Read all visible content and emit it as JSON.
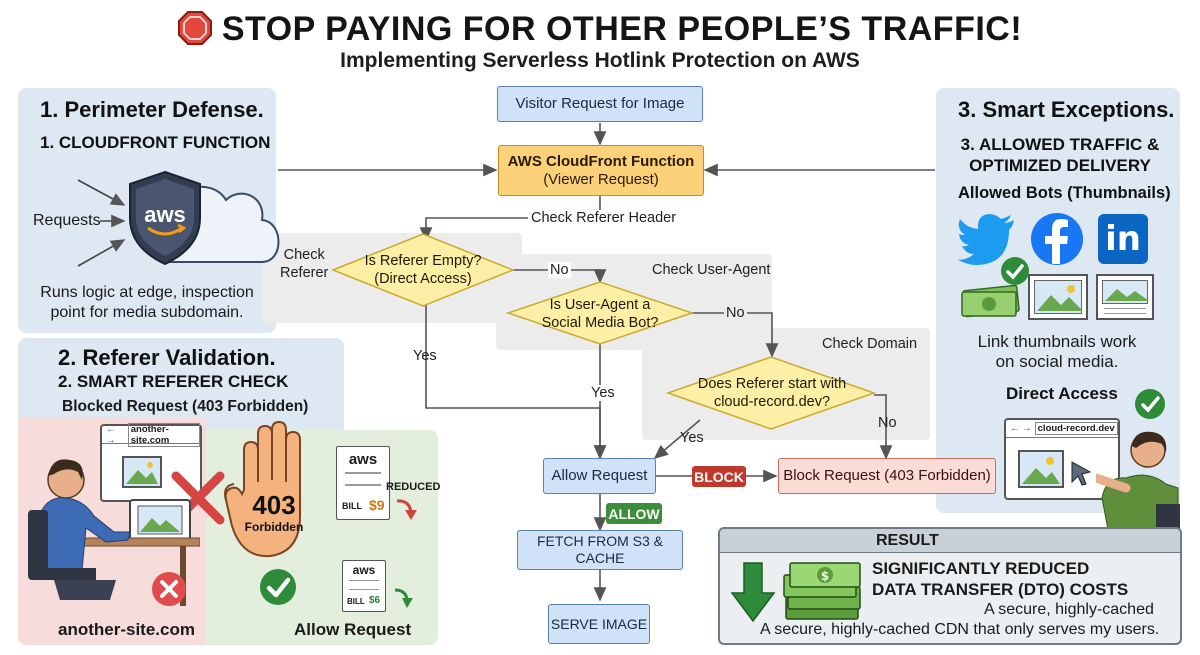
{
  "header": {
    "title": "STOP PAYING FOR OTHER PEOPLE’S TRAFFIC!",
    "subtitle": "Implementing Serverless Hotlink Protection on AWS"
  },
  "left_top": {
    "heading": "1. Perimeter Defense.",
    "subheading": "1. CLOUDFRONT FUNCTION",
    "requests_label": "Requests",
    "aws_logo": "aws",
    "caption_line1": "Runs logic at edge, inspection",
    "caption_line2": "point for media subdomain."
  },
  "left_bottom": {
    "heading": "2. Referer Validation.",
    "subheading": "2. SMART REFERER CHECK",
    "blocked_caption": "Blocked Request (403 Forbidden)",
    "browser_url": "another-site.com",
    "hand_code": "403",
    "hand_text": "Forbidden",
    "bill_logo": "aws",
    "bill_label": "BILL",
    "bill_amount_top": "$9",
    "bill_reduced": "REDUCED",
    "bill_amount_bottom": "$6",
    "site_caption": "another-site.com",
    "allow_caption": "Allow Request"
  },
  "right_top": {
    "heading": "3. Smart Exceptions.",
    "subheading_line1": "3. ALLOWED TRAFFIC &",
    "subheading_line2": "OPTIMIZED DELIVERY",
    "bots_caption": "Allowed Bots (Thumbnails)",
    "linkedin": "in",
    "caption_line1": "Link thumbnails work",
    "caption_line2": "on social media.",
    "direct_access": "Direct Access",
    "browser_url": "cloud-record.dev"
  },
  "flow": {
    "visitor": "Visitor Request for Image",
    "cf_line1": "AWS CloudFront Function",
    "cf_line2": "(Viewer Request)",
    "check_referer_header": "Check Referer Header",
    "check_referer_line1": "Check",
    "check_referer_line2": "Referer",
    "d1_line1": "Is Referer Empty?",
    "d1_line2": "(Direct Access)",
    "check_user_agent": "Check User-Agent",
    "d2_line1": "Is User-Agent a",
    "d2_line2": "Social Media Bot?",
    "check_domain": "Check Domain",
    "d3_line1": "Does Referer start with",
    "d3_line2": "cloud-record.dev?",
    "no1": "No",
    "no2": "No",
    "no3": "No",
    "yes1": "Yes",
    "yes2": "Yes",
    "yes3": "Yes",
    "allow": "Allow Request",
    "block_tag": "BLOCK",
    "block": "Block Request (403 Forbidden)",
    "allow_tag": "ALLOW",
    "fetch": "FETCH FROM S3 & CACHE",
    "serve": "SERVE IMAGE"
  },
  "result": {
    "heading": "RESULT",
    "line1": "SIGNIFICANTLY REDUCED",
    "line2": "DATA TRANSFER (DTO) COSTS",
    "line3": "A secure, highly-cached",
    "line4": "A secure, highly-cached CDN that only serves my users."
  },
  "colors": {
    "panel_blue": "#dde8f3",
    "panel_gray": "#ececec",
    "panel_red": "#f7dcdc",
    "panel_green": "#e3efdc",
    "node_blue": "#cfe2f7",
    "node_orange": "#fbd27a",
    "diamond_yellow": "#fdf0a6",
    "block_red": "#c0392b",
    "allow_green": "#3b8f3b"
  }
}
